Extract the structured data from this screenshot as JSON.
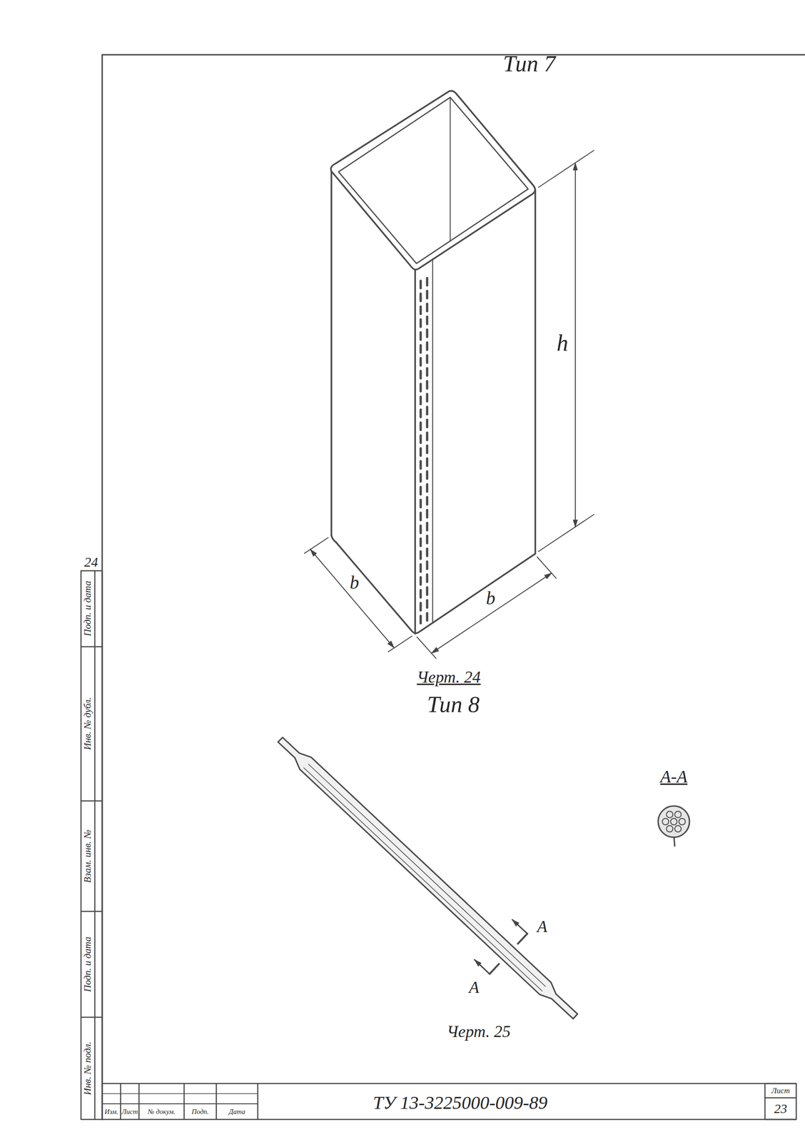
{
  "diagram": {
    "labels": [
      "Тип 7",
      "h",
      "b",
      "b",
      "Черт. 24",
      "Тип 8",
      "А",
      "А",
      "А-А",
      "Черт. 25",
      "24",
      "Подп. и дата",
      "Инв. № дубл.",
      "Взам. инв. №",
      "Подп. и дата",
      "Инв. № подл.",
      "Изм.",
      "Лист",
      "№ докум.",
      "Подп.",
      "Дата",
      "ТУ 13-3225000-009-89",
      "Лист",
      "23"
    ]
  }
}
